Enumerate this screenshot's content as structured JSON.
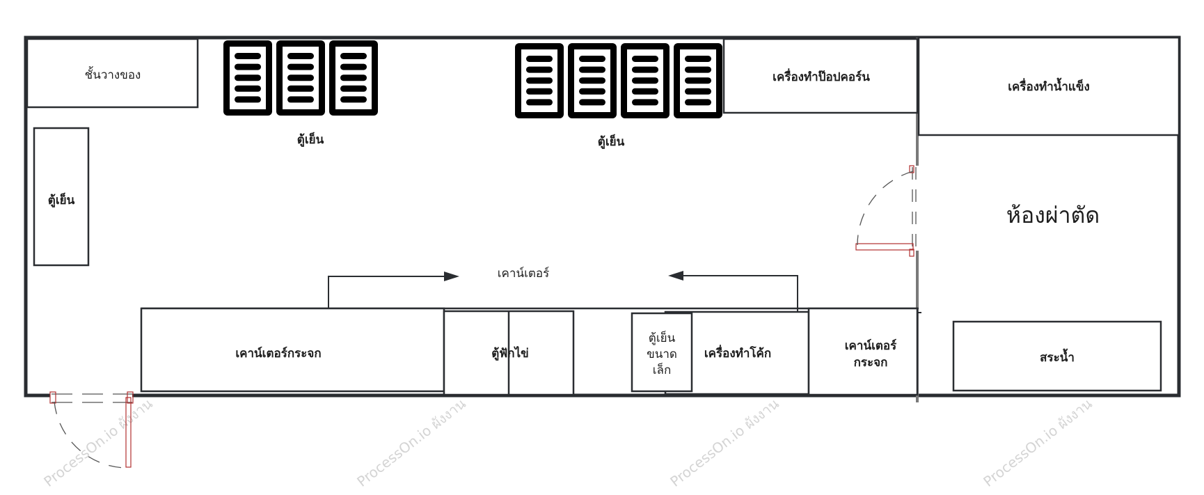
{
  "labels": {
    "shelf": "ชั้นวางของ",
    "fridge_top_left": "ตู้เย็น",
    "fridge_top_mid": "ตู้เย็น",
    "fridge_left": "ตู้เย็น",
    "popcorn": "เครื่องทำป๊อปคอร์น",
    "ice": "เครื่องทำน้ำแข็ง",
    "operating_room": "ห้องผ่าตัด",
    "counter": "เคาน์เตอร์",
    "glass_counter": "เคาน์เตอร์กระจก",
    "incubator": "ตู้ฟักไข่",
    "small_fridge": [
      "ตู้เย็น",
      "ขนาด",
      "เล็ก"
    ],
    "coke": "เครื่องทำโค้ก",
    "glass_counter_2": [
      "เคาน์เตอร์",
      "กระจก"
    ],
    "sink": "สระน้ำ"
  },
  "watermark": "ProcessOn.io ผังงาน",
  "colors": {
    "wall": "#2a2d31",
    "door": "#b03030",
    "dash": "#555555"
  },
  "fridge_groups": [
    {
      "units": 3,
      "shelves_per_unit": 5
    },
    {
      "units": 4,
      "shelves_per_unit": 5
    }
  ]
}
